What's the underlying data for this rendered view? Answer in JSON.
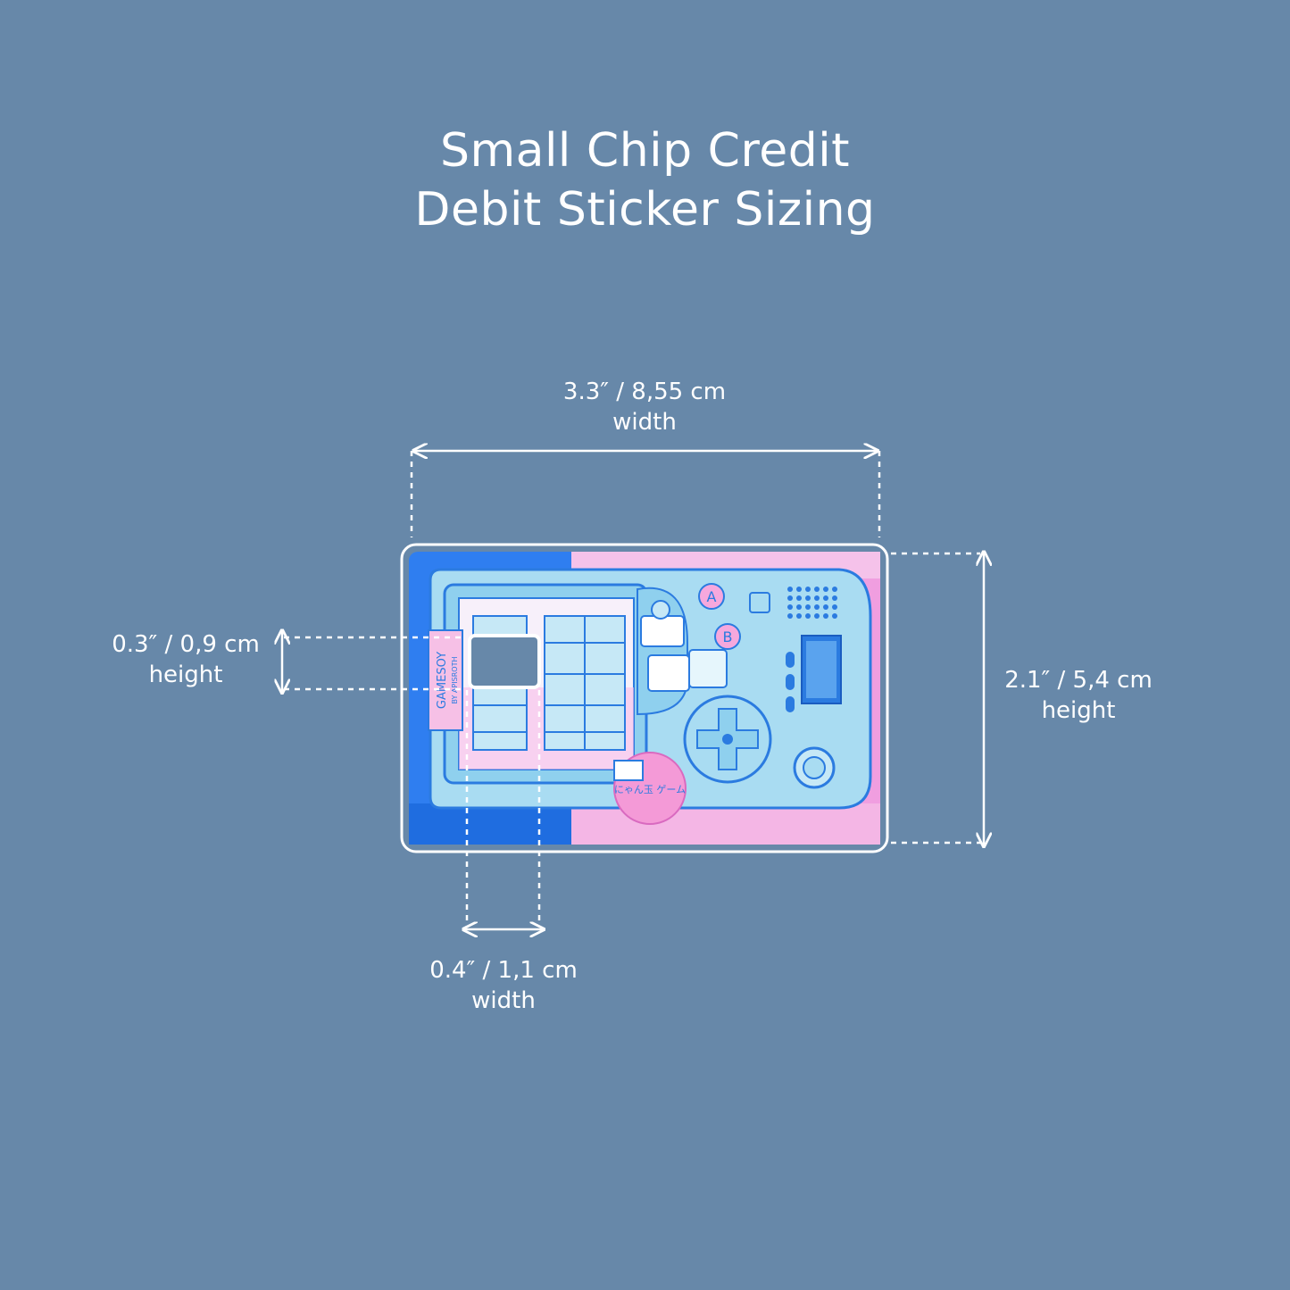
{
  "title": {
    "line1": "Small Chip Credit",
    "line2": "Debit Sticker Sizing"
  },
  "dimensions": {
    "card_width": {
      "value": "3.3″ / 8,55 cm",
      "caption": "width"
    },
    "card_height": {
      "value": "2.1″ / 5,4 cm",
      "caption": "height"
    },
    "chip_height": {
      "value": "0.3″ / 0,9 cm",
      "caption": "height"
    },
    "chip_width": {
      "value": "0.4″ / 1,1 cm",
      "caption": "width"
    }
  },
  "sticker": {
    "brand_line1": "GAMESOY",
    "brand_line2": "BY APISROTH",
    "button_a": "A",
    "button_b": "B",
    "stamp_text": "にゃん玉 ゲーム"
  },
  "colors": {
    "background": "#6788a9",
    "outline": "#ffffff",
    "device": "#a9dcf2",
    "accent_blue": "#2b7be0",
    "accent_pink": "#f0a6dd"
  }
}
